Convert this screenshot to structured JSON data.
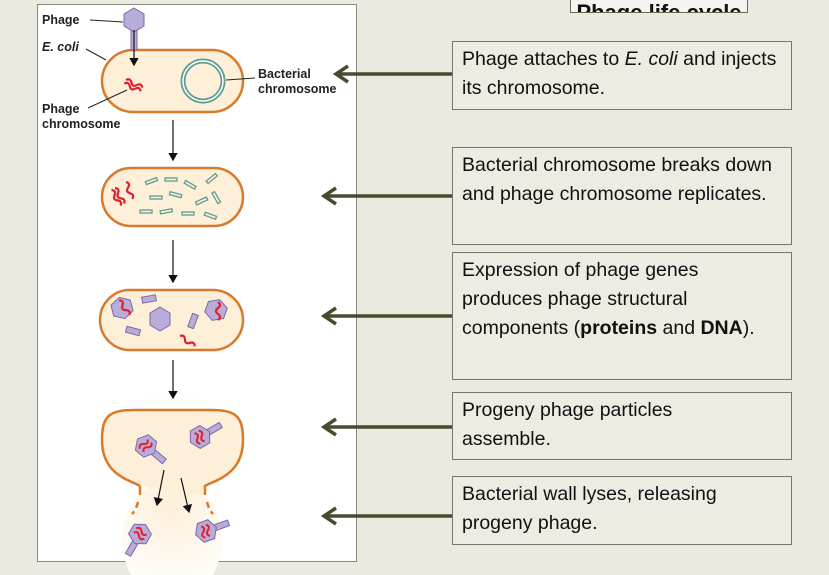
{
  "title_box": {
    "text": "Phage life cycle"
  },
  "diagram_labels": {
    "phage": "Phage",
    "ecoli": "E. coli",
    "phage_chromosome_1": "Phage",
    "phage_chromosome_2": "chromosome",
    "bacterial_chromosome_1": "Bacterial",
    "bacterial_chromosome_2": "chromosome"
  },
  "steps": [
    {
      "pre": "Phage attaches to ",
      "em": "E. coli",
      "post": " and injects its chromosome."
    },
    {
      "text": "Bacterial chromosome breaks down and phage chromosome replicates."
    },
    {
      "pre": "Expression of phage genes produces phage structural components (",
      "b1": "proteins",
      "mid": " and ",
      "b2": "DNA",
      "post": ")."
    },
    {
      "text": "Progeny phage particles assemble."
    },
    {
      "text": "Bacterial wall lyses, releasing progeny phage."
    }
  ],
  "colors": {
    "cell_wall": "#D9792A",
    "cell_fill": "#FDEFD8",
    "phage": "#B9ACD8",
    "phage_dna": "#E0202E",
    "bacterial_dna": "#5E9E90",
    "arrow": "#4A4A30"
  }
}
